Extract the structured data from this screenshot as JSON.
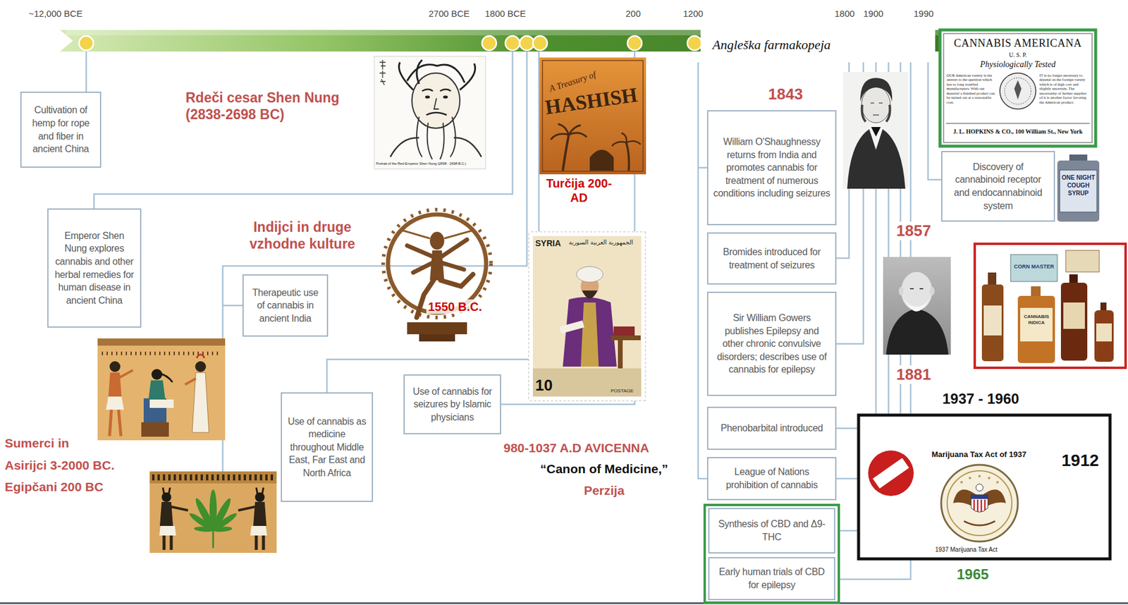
{
  "diagram": {
    "nodes": [
      {
        "text": [
          "Cultivation of hemp for rope and fiber in ancient China"
        ]
      },
      {
        "text": [
          "Emperor Shen Nung explores cannabis and other herbal remedies for human disease in ancient China"
        ]
      },
      {
        "text": [
          "Therapeutic use of cannabis in ancient India"
        ]
      },
      {
        "text": [
          "Use of cannabis as medicine throughout Middle East, Far East and North Africa"
        ]
      },
      {
        "text": [
          "Use of cannabis for seizures by Islamic physicians"
        ]
      },
      {
        "text": [
          "William O'Shaughnessy returns from India and promotes cannabis for treatment of numerous conditions including seizures"
        ]
      },
      {
        "text": [
          "Bromides introduced for treatment of seizures"
        ]
      },
      {
        "text": [
          "Sir William Gowers publishes Epilepsy and other chronic convulsive disorders; describes use of cannabis for epilepsy"
        ]
      },
      {
        "text": [
          "Phenobarbital introduced"
        ]
      },
      {
        "text": [
          "League of Nations prohibition of cannabis"
        ]
      },
      {
        "text": [
          "Synthesis of CBD and Δ9-THC"
        ]
      },
      {
        "text": [
          "Early human trials of CBD for epilepsy"
        ]
      },
      {
        "text": [
          "Discovery of cannabinoid receptor and endocannabinoid system"
        ]
      }
    ],
    "labels": [
      "~12,000 BCE",
      "2700 BCE",
      "1800 BCE",
      "200",
      "1200",
      "1800",
      "1900",
      "1990",
      "Angleška farmakopeja",
      "Rdeči cesar Shen Nung (2838-2698 BC)",
      "Portrait of the Red Emperor Shen Nung (2838 - 2698 B.C.)",
      "A Treasury of",
      "HASHISH",
      "Turčija 200- AD",
      "Indijci in druge vzhodne kulture",
      "1550 B.C.",
      "SYRIA",
      "الجمهورية العربية السورية",
      "10",
      "POSTAGE",
      "Sumerci in",
      "Asirijci 3-2000 BC.",
      "Egipčani 200 BC",
      "980-1037 A.D AVICENNA",
      "“Canon of Medicine,”",
      "Perzija",
      "1843",
      "CANNABIS AMERICANA",
      "U. S. P.",
      "Physiologically Tested",
      "OUR American variety is the answer to the question which has so long troubled manufacturers. With our material a finished product can be turned out at a reasonable cost.",
      "IT is no longer necessary to depend on the foreign variety which is of high cost and slightly uncertain. The uncertainty of further supplies of it is another factor favoring the American product.",
      "J. L. HOPKINS & CO., 100 William St., New York",
      "ONE NIGHT COUGH SYRUP",
      "1857",
      "CANNABIS INDICA",
      "CORN MASTER",
      "1881",
      "1937 - 1960",
      "Marijuana Tax Act of 1937",
      "1912",
      "1937 Marijuana Tax Act",
      "1965"
    ]
  }
}
